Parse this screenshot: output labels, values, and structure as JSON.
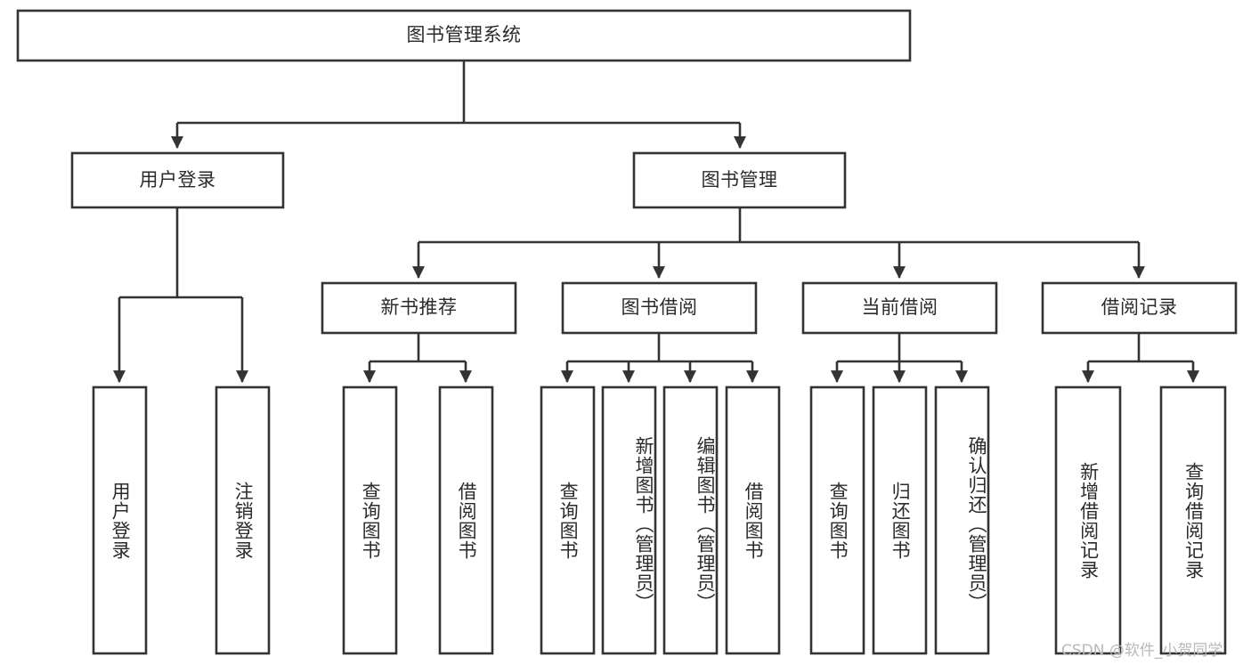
{
  "diagram": {
    "title": "图书管理系统",
    "type": "tree-hierarchy",
    "root": {
      "label": "图书管理系统"
    },
    "level2": [
      {
        "label": "用户登录"
      },
      {
        "label": "图书管理"
      }
    ],
    "level3": [
      {
        "label": "新书推荐"
      },
      {
        "label": "图书借阅"
      },
      {
        "label": "当前借阅"
      },
      {
        "label": "借阅记录"
      }
    ],
    "leaves": {
      "user_login": [
        {
          "label": "用户登录"
        },
        {
          "label": "注销登录"
        }
      ],
      "new_book_recommend": [
        {
          "label": "查询图书"
        },
        {
          "label": "借阅图书"
        }
      ],
      "book_borrow": [
        {
          "label": "查询图书"
        },
        {
          "label": "新增图书（管理员）"
        },
        {
          "label": "编辑图书（管理员）"
        },
        {
          "label": "借阅图书"
        }
      ],
      "current_borrow": [
        {
          "label": "查询图书"
        },
        {
          "label": "归还图书"
        },
        {
          "label": "确认归还（管理员）"
        }
      ],
      "borrow_record": [
        {
          "label": "新增借阅记录"
        },
        {
          "label": "查询借阅记录"
        }
      ]
    }
  },
  "watermark": {
    "text": "CSDN @软件_小贺同学"
  },
  "colors": {
    "stroke": "#333333",
    "box_fill": "#ffffff",
    "text": "#2b2b2b",
    "watermark": "#b8b8b8",
    "background": "#ffffff"
  }
}
